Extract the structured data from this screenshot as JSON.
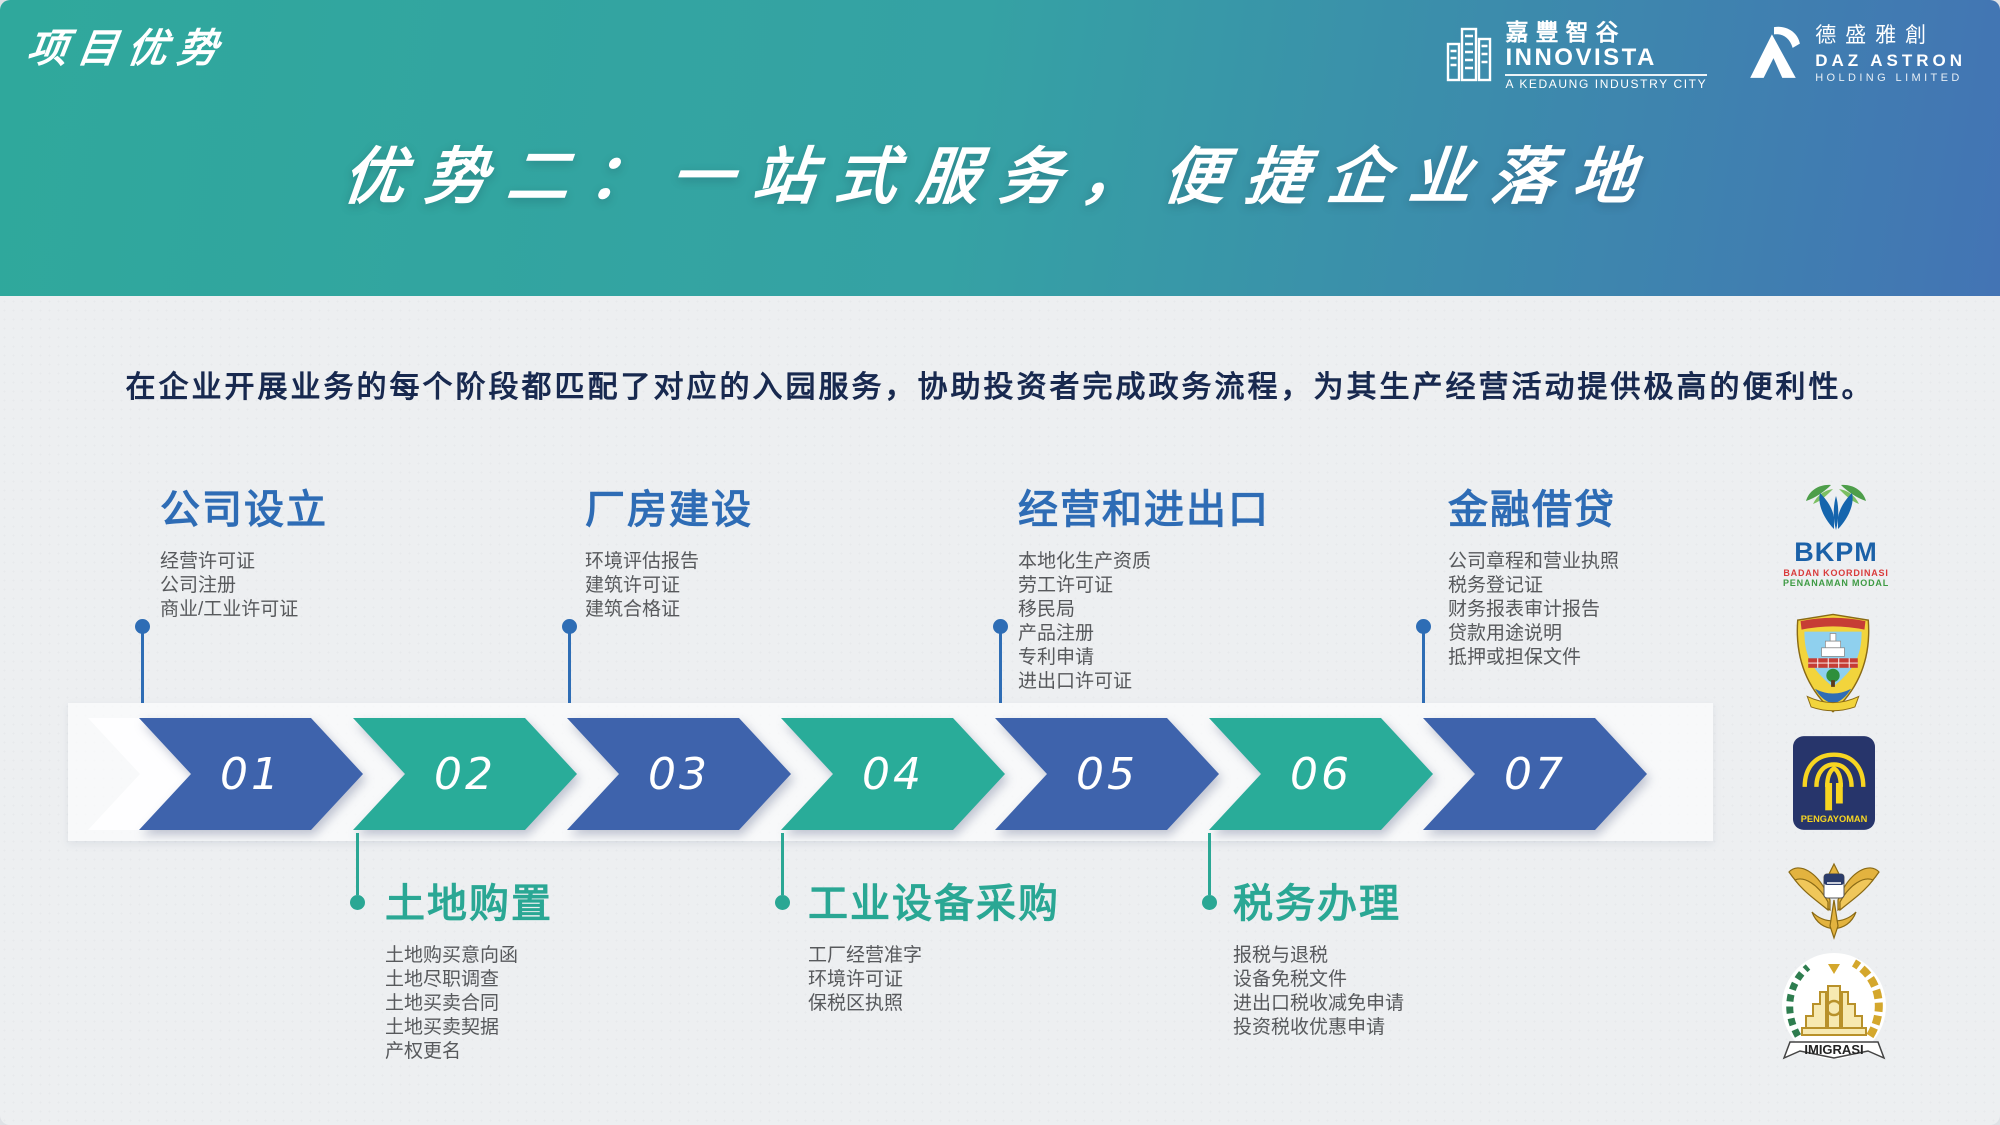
{
  "page": {
    "eyebrow": "项目优势",
    "title": "优势二：一站式服务，便捷企业落地",
    "intro": "在企业开展业务的每个阶段都匹配了对应的入园服务，协助投资者完成政务流程，为其生产经营活动提供极高的便利性。"
  },
  "brand": {
    "innovista": {
      "cn": "嘉豐智谷",
      "en": "INNOVISTA",
      "tagline": "A KEDAUNG INDUSTRY CITY"
    },
    "daz": {
      "cn": "德盛雅創",
      "en": "DAZ ASTRON",
      "tagline": "HOLDING LIMITED"
    }
  },
  "timeline": {
    "steps": [
      {
        "num": "01",
        "color": "blue"
      },
      {
        "num": "02",
        "color": "teal"
      },
      {
        "num": "03",
        "color": "blue"
      },
      {
        "num": "04",
        "color": "teal"
      },
      {
        "num": "05",
        "color": "blue"
      },
      {
        "num": "06",
        "color": "teal"
      },
      {
        "num": "07",
        "color": "blue"
      }
    ],
    "stages_top": [
      {
        "num": "01",
        "title": "公司设立",
        "items": [
          "经营许可证",
          "公司注册",
          "商业/工业许可证"
        ]
      },
      {
        "num": "03",
        "title": "厂房建设",
        "items": [
          "环境评估报告",
          "建筑许可证",
          "建筑合格证"
        ]
      },
      {
        "num": "05",
        "title": "经营和进出口",
        "items": [
          "本地化生产资质",
          "劳工许可证",
          "移民局",
          "产品注册",
          "专利申请",
          "进出口许可证"
        ]
      },
      {
        "num": "07",
        "title": "金融借贷",
        "items": [
          "公司章程和营业执照",
          "税务登记证",
          "财务报表审计报告",
          "贷款用途说明",
          "抵押或担保文件"
        ]
      }
    ],
    "stages_bottom": [
      {
        "num": "02",
        "title": "土地购置",
        "items": [
          "土地购买意向函",
          "土地尽职调查",
          "土地买卖合同",
          "土地买卖契据",
          "产权更名"
        ]
      },
      {
        "num": "04",
        "title": "工业设备采购",
        "items": [
          "工厂经营准字",
          "环境许可证",
          "保税区执照"
        ]
      },
      {
        "num": "06",
        "title": "税务办理",
        "items": [
          "报税与退税",
          "设备免税文件",
          "进出口税收减免申请",
          "投资税收优惠申请"
        ]
      }
    ]
  },
  "agencies": [
    {
      "name": "bkpm",
      "label": "BKPM",
      "line1": "BADAN KOORDINASI",
      "line2": "PENANAMAN MODAL"
    },
    {
      "name": "tangerang-regency-crest",
      "label": ""
    },
    {
      "name": "pengayoman",
      "label": "PENGAYOMAN"
    },
    {
      "name": "customs-eagle",
      "label": ""
    },
    {
      "name": "imigrasi",
      "label": "IMIGRASI"
    }
  ],
  "colors": {
    "header_teal": "#2fa89c",
    "header_blue": "#4374b4",
    "arrow_blue": "#3e63ac",
    "arrow_teal": "#29ac99",
    "stage_title_blue": "#2e6cb5",
    "stage_title_teal": "#2aa794",
    "intro_navy": "#18294f",
    "list_gray": "#57595c",
    "body_bg": "#edeff1"
  }
}
